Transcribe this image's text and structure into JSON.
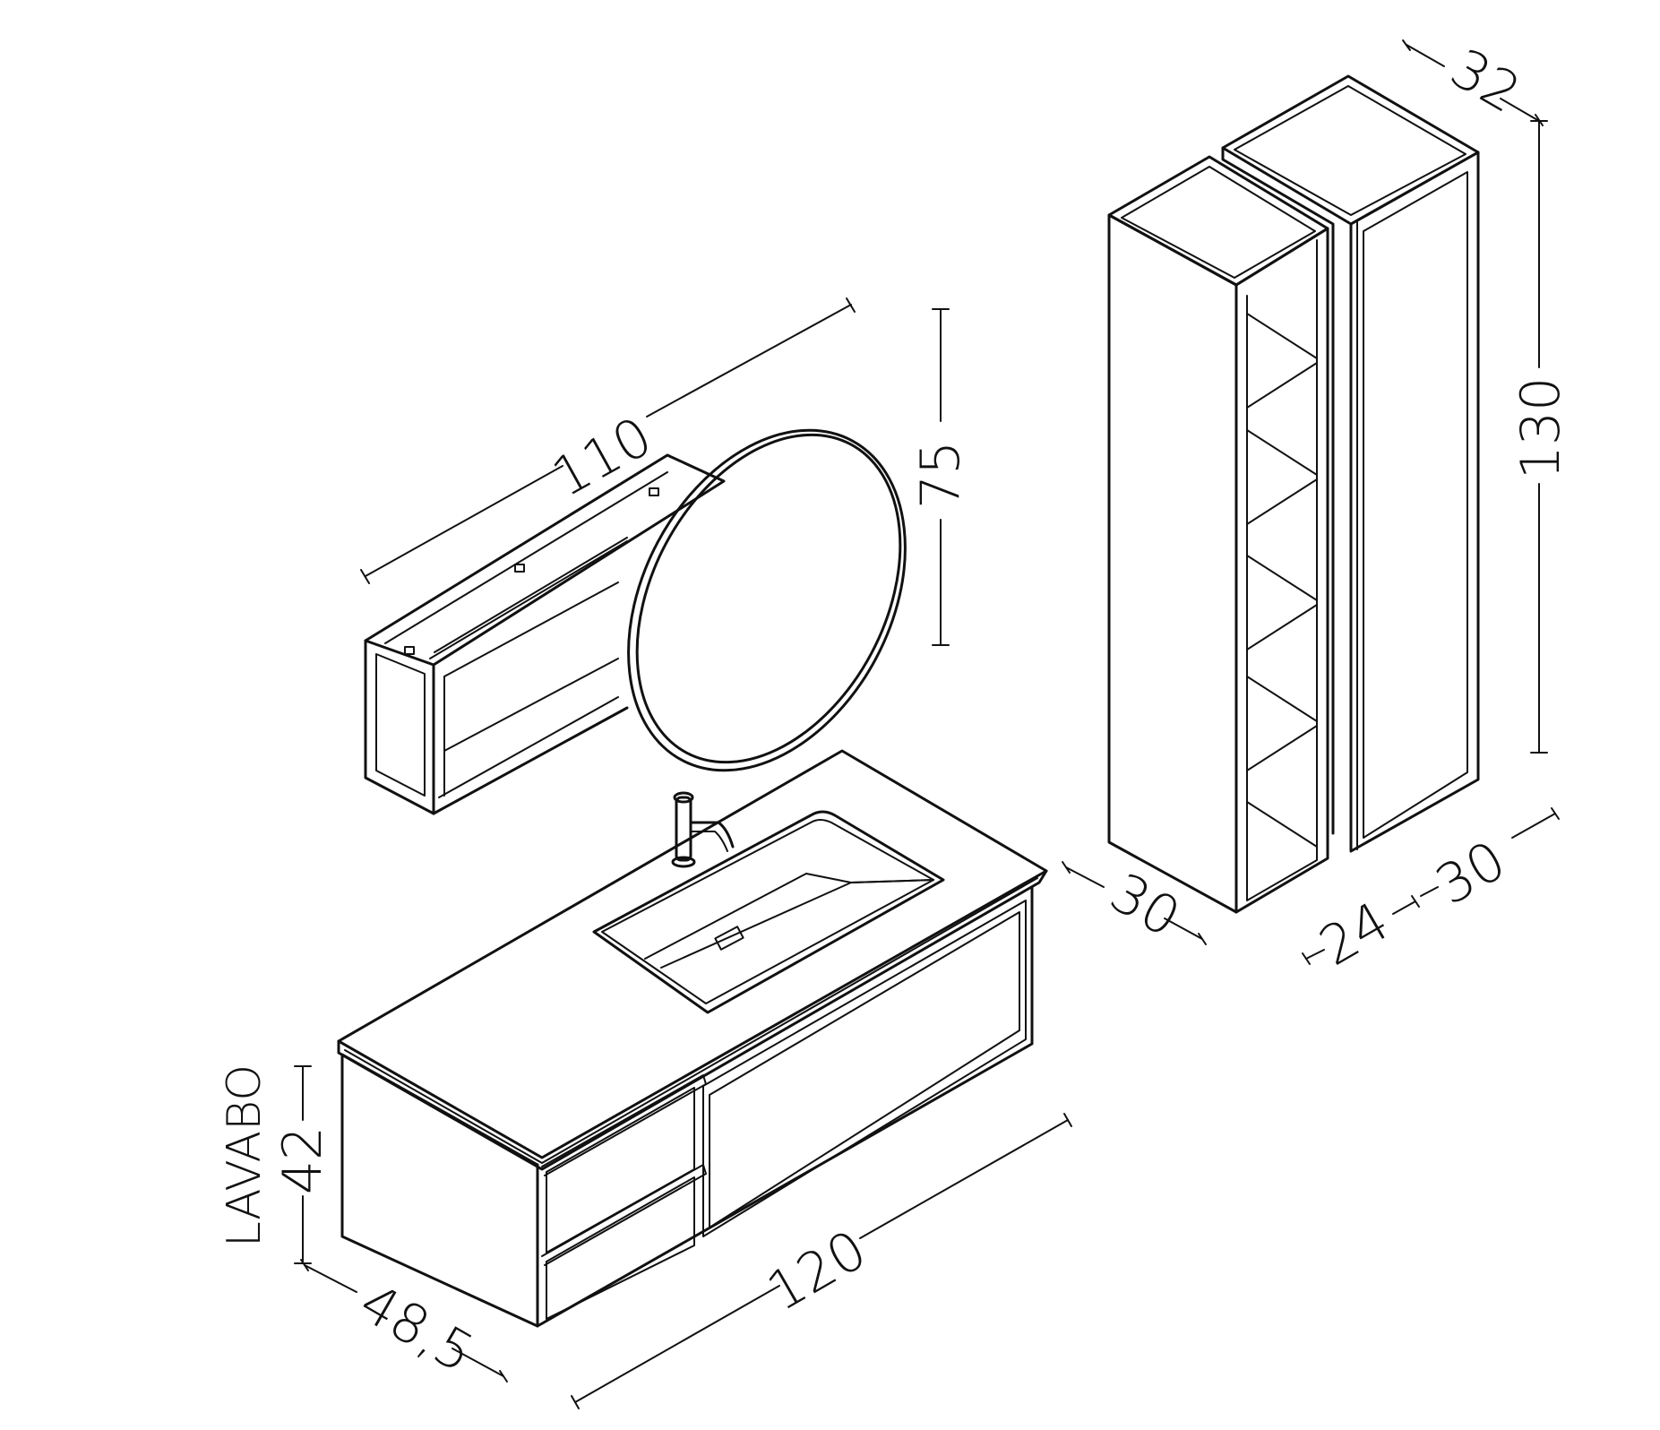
{
  "dimensions": {
    "mirror_width": "110",
    "mirror_height": "75",
    "column_depth": "32",
    "column_height": "130",
    "column_left_width": "30",
    "column_middle_width": "24",
    "column_right_width": "30",
    "vanity_label": "LAVABO",
    "vanity_height": "42",
    "vanity_depth": "48,5",
    "vanity_width": "120"
  },
  "colors": {
    "line": "#111111",
    "background": "#ffffff"
  }
}
